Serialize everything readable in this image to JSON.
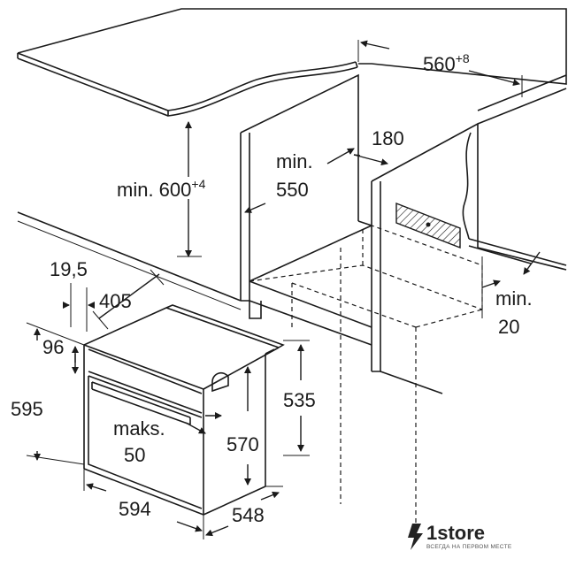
{
  "dimensions": {
    "countertop_depth": "560",
    "countertop_depth_tol": "+8",
    "niche_height": "min. 600",
    "niche_height_tol": "+4",
    "niche_depth_line1": "min.",
    "niche_depth_line2": "550",
    "vent_opening": "180",
    "rear_gap_line1": "min.",
    "rear_gap_line2": "20",
    "panel_thickness": "19,5",
    "front_depth": "405",
    "control_height": "96",
    "oven_height": "595",
    "oven_body_height": "535",
    "oven_body_height2": "570",
    "door_gap_line1": "maks.",
    "door_gap_line2": "50",
    "oven_width": "594",
    "oven_depth": "548"
  },
  "logo": {
    "name": "1store",
    "tagline": "ВСЕГДА НА ПЕРВОМ МЕСТЕ"
  }
}
